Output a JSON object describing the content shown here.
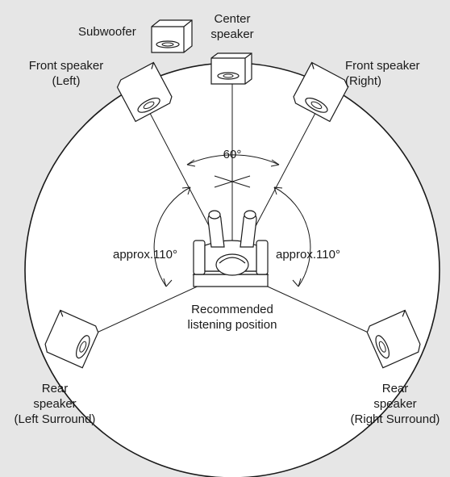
{
  "colors": {
    "background": "#e6e6e6",
    "circle_fill": "#ffffff",
    "line": "#1a1a1a",
    "speaker_fill": "#ffffff"
  },
  "labels": {
    "subwoofer": "Subwoofer",
    "center": [
      "Center",
      "speaker"
    ],
    "front_left": [
      "Front speaker",
      "(Left)"
    ],
    "front_right": [
      "Front speaker",
      "(Right)"
    ],
    "angle_front": "60°",
    "angle_left": "approx.110°",
    "angle_right": "approx.110°",
    "listening": [
      "Recommended",
      "listening position"
    ],
    "rear_left": [
      "Rear",
      "speaker",
      "(Left Surround)"
    ],
    "rear_right": [
      "Rear",
      "speaker",
      "(Right Surround)"
    ]
  },
  "icons": {
    "speaker": "speaker-icon",
    "subwoofer": "subwoofer-icon",
    "listener": "listener-in-chair-icon"
  }
}
